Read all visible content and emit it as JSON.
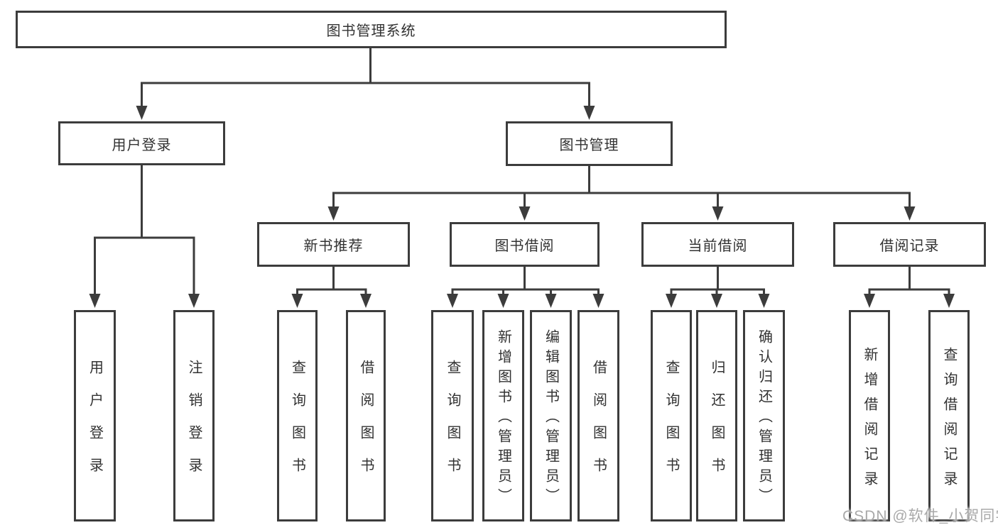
{
  "nodes": {
    "root": "图书管理系统",
    "user_login": "用户登录",
    "book_management": "图书管理",
    "new_book_recommend": "新书推荐",
    "book_borrow": "图书借阅",
    "current_borrow": "当前借阅",
    "borrow_record": "借阅记录",
    "ul_user_login": "用户登录",
    "ul_logout": "注销登录",
    "nb_query_book": "查询图书",
    "nb_borrow_book": "借阅图书",
    "bb_query_book": "查询图书",
    "bb_add_book": "新增图书（管理员）",
    "bb_edit_book": "编辑图书（管理员）",
    "bb_borrow_book": "借阅图书",
    "cb_query_book": "查询图书",
    "cb_return_book": "归还图书",
    "cb_confirm_return": "确认归还（管理员）",
    "br_add_record": "新增借阅记录",
    "br_query_record": "查询借阅记录"
  },
  "hierarchy": {
    "图书管理系统": [
      "用户登录",
      "图书管理"
    ],
    "用户登录": [
      "用户登录",
      "注销登录"
    ],
    "图书管理": [
      "新书推荐",
      "图书借阅",
      "当前借阅",
      "借阅记录"
    ],
    "新书推荐": [
      "查询图书",
      "借阅图书"
    ],
    "图书借阅": [
      "查询图书",
      "新增图书（管理员）",
      "编辑图书（管理员）",
      "借阅图书"
    ],
    "当前借阅": [
      "查询图书",
      "归还图书",
      "确认归还（管理员）"
    ],
    "借阅记录": [
      "新增借阅记录",
      "查询借阅记录"
    ]
  },
  "watermark": {
    "text": "CSDN @软件_小贺同学"
  },
  "colors": {
    "line": "#3c3c3c",
    "text": "#323232",
    "watermark": "#a9a9a9",
    "background": "#ffffff"
  }
}
